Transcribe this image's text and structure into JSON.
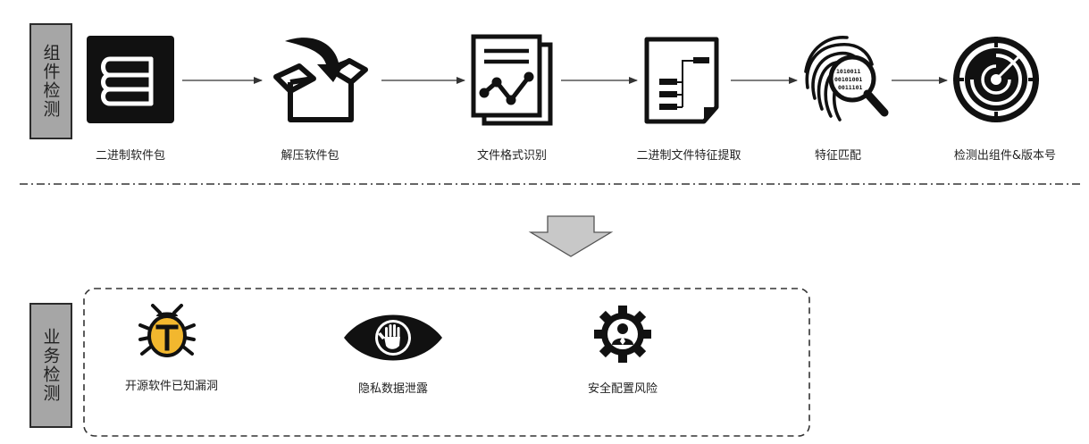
{
  "sections": {
    "component_detection": "组件检测",
    "business_detection": "业务检测"
  },
  "pipeline": {
    "steps": [
      {
        "label": "二进制软件包",
        "icon": "books-icon"
      },
      {
        "label": "解压软件包",
        "icon": "unpack-box-icon"
      },
      {
        "label": "文件格式识别",
        "icon": "document-chart-icon"
      },
      {
        "label": "二进制文件特征提取",
        "icon": "feature-document-icon"
      },
      {
        "label": "特征匹配",
        "icon": "fingerprint-search-icon"
      },
      {
        "label": "检测出组件&版本号",
        "icon": "target-icon"
      }
    ]
  },
  "risks": {
    "items": [
      {
        "label": "开源软件已知漏洞",
        "icon": "bug-icon",
        "accent": "#f2b72e"
      },
      {
        "label": "隐私数据泄露",
        "icon": "eye-hand-icon"
      },
      {
        "label": "安全配置风险",
        "icon": "gear-user-icon"
      }
    ]
  },
  "colors": {
    "tag_fill": "#a6a6a6",
    "icon_black": "#111111",
    "flow_arrow_fill": "#c8c8c8"
  }
}
